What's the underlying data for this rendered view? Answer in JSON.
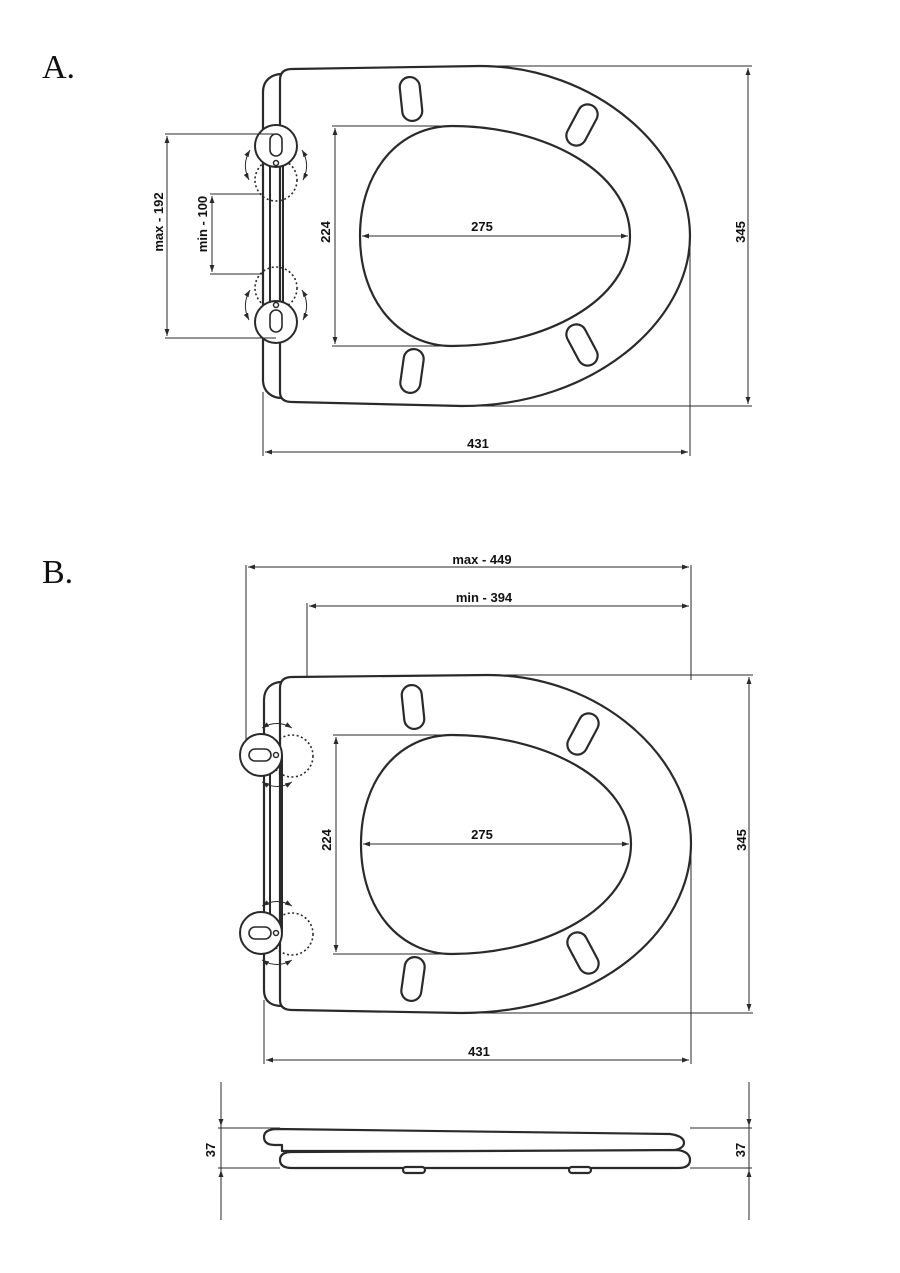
{
  "sections": {
    "a": {
      "label": "A."
    },
    "b": {
      "label": "B."
    }
  },
  "dimensions": {
    "a": {
      "hinge_max": "max - 192",
      "hinge_min": "min - 100",
      "inner_height": "224",
      "inner_width": "275",
      "overall_height": "345",
      "overall_width": "431"
    },
    "b": {
      "span_max": "max - 449",
      "span_min": "min - 394",
      "inner_height": "224",
      "inner_width": "275",
      "overall_height": "345",
      "overall_width": "431"
    },
    "side": {
      "thickness_left": "37",
      "thickness_right": "37"
    }
  }
}
